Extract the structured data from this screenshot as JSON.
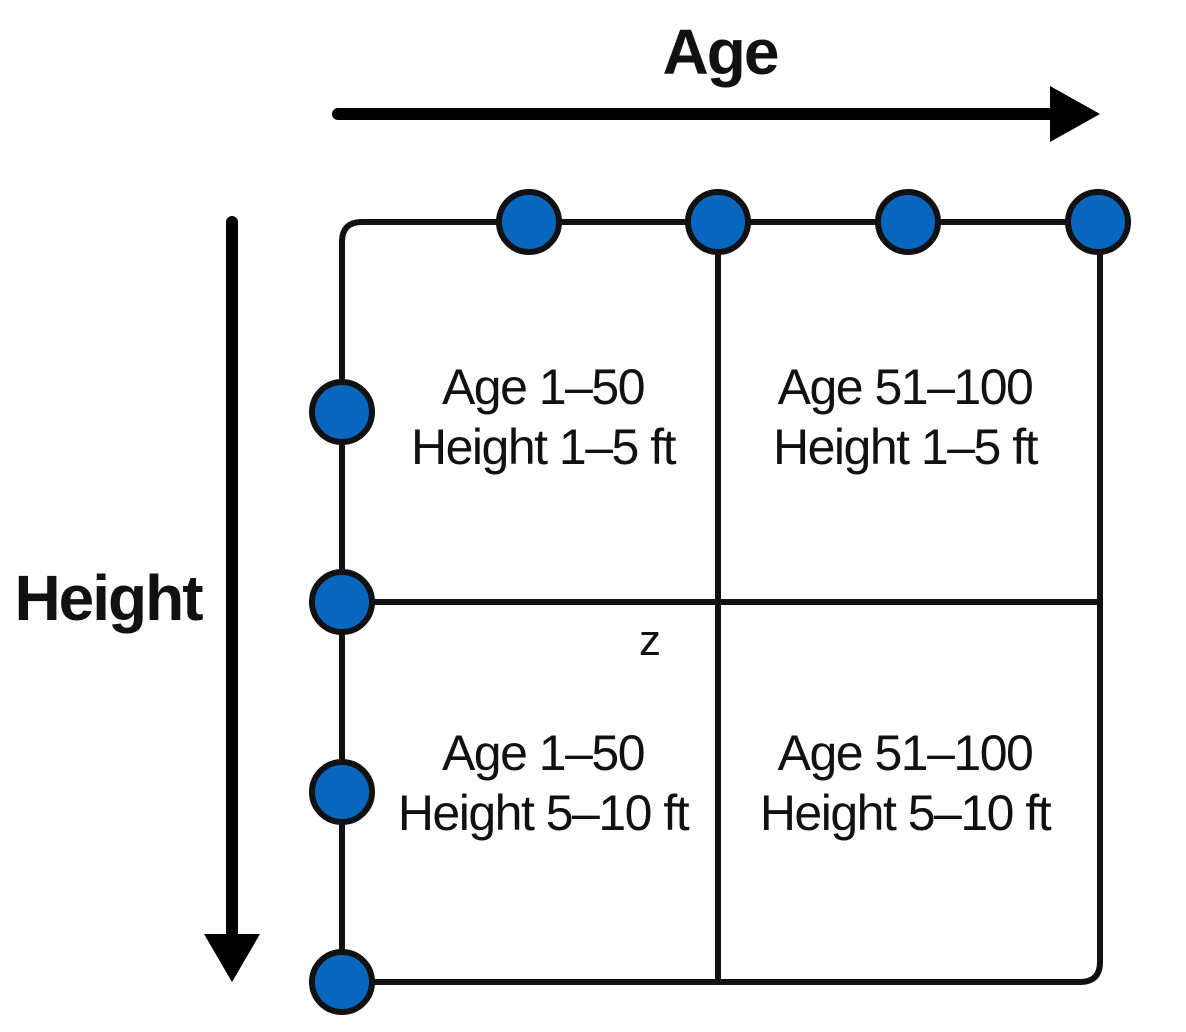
{
  "colors": {
    "node_fill": "#0766be",
    "line": "#111111",
    "text": "#111111"
  },
  "axes": {
    "x_label": "Age",
    "y_label": "Height"
  },
  "cells": [
    {
      "line1": "Age 1–50",
      "line2": "Height 1–5 ft"
    },
    {
      "line1": "Age 51–100",
      "line2": "Height 1–5 ft"
    },
    {
      "line1": "Age 1–50",
      "line2": "Height 5–10 ft"
    },
    {
      "line1": "Age 51–100",
      "line2": "Height 5–10 ft"
    }
  ],
  "center_marker": "z"
}
